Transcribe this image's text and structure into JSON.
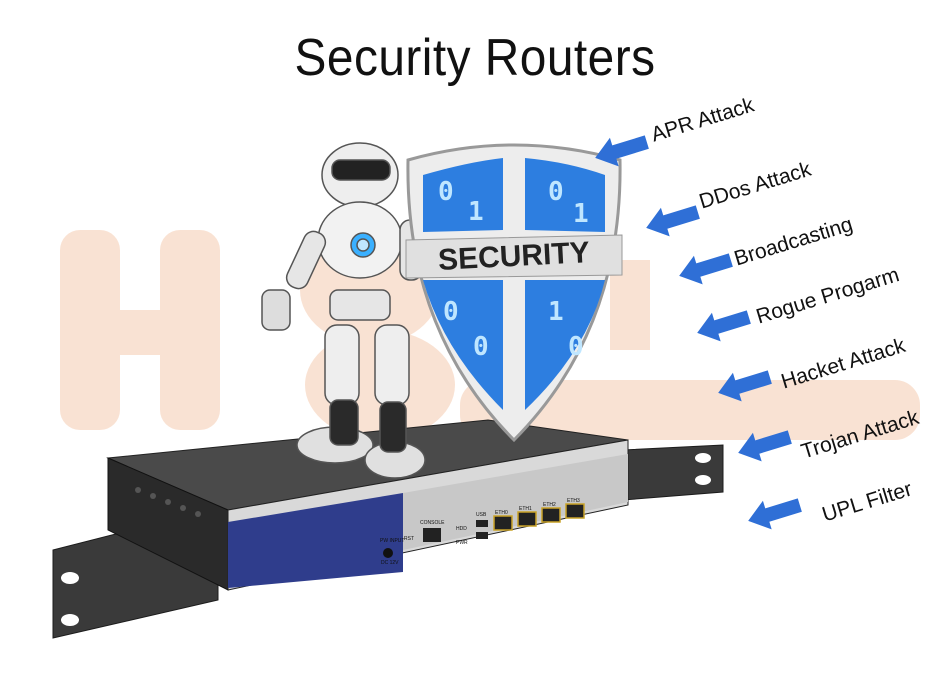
{
  "title": "Security Routers",
  "shield": {
    "label": "SECURITY",
    "digits": [
      "0",
      "1",
      "0",
      "1",
      "0",
      "0",
      "1",
      "0"
    ]
  },
  "threats": [
    "APR Attack",
    "DDos Attack",
    "Broadcasting",
    "Rogue Progarm",
    "Hacket Attack",
    "Trojan Attack",
    "UPL Filter"
  ],
  "device": {
    "port_labels": {
      "pw_input": "PW INPUT",
      "dc": "DC 12V",
      "rst": "RST",
      "console": "CONSOLE",
      "hdd": "HDD",
      "pwr": "PWR",
      "usb": "USB",
      "eth0": "ETH0",
      "eth1": "ETH1",
      "eth2": "ETH2",
      "eth3": "ETH3"
    }
  },
  "colors": {
    "arrow": "#2f6fd6",
    "shield_blue": "#2d7ee0",
    "device_body": "#2b2b2b",
    "front_panel": "#2f3d8c",
    "watermark": "#e8803a"
  }
}
